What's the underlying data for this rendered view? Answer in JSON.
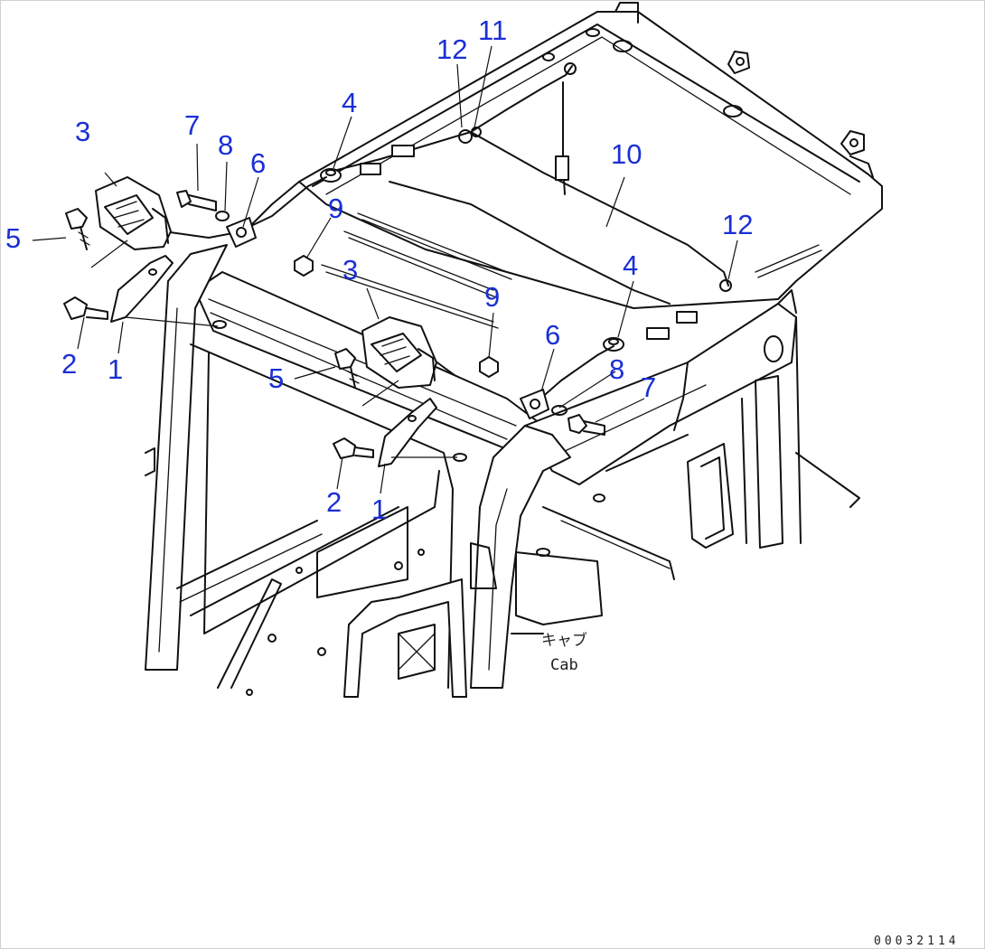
{
  "diagram": {
    "callouts": [
      {
        "id": "c3a",
        "label": "3"
      },
      {
        "id": "c7a",
        "label": "7"
      },
      {
        "id": "c8a",
        "label": "8"
      },
      {
        "id": "c6a",
        "label": "6"
      },
      {
        "id": "c5a",
        "label": "5"
      },
      {
        "id": "c9a",
        "label": "9"
      },
      {
        "id": "c2a",
        "label": "2"
      },
      {
        "id": "c1a",
        "label": "1"
      },
      {
        "id": "c4a",
        "label": "4"
      },
      {
        "id": "c12a",
        "label": "12"
      },
      {
        "id": "c11",
        "label": "11"
      },
      {
        "id": "c10",
        "label": "10"
      },
      {
        "id": "c12b",
        "label": "12"
      },
      {
        "id": "c4b",
        "label": "4"
      },
      {
        "id": "c3b",
        "label": "3"
      },
      {
        "id": "c9b",
        "label": "9"
      },
      {
        "id": "c6b",
        "label": "6"
      },
      {
        "id": "c8b",
        "label": "8"
      },
      {
        "id": "c7b",
        "label": "7"
      },
      {
        "id": "c5b",
        "label": "5"
      },
      {
        "id": "c2b",
        "label": "2"
      },
      {
        "id": "c1b",
        "label": "1"
      }
    ],
    "cab_label_jp": "キャブ",
    "cab_label_en": "Cab",
    "drawing_number": "00032114",
    "colors": {
      "callout": "#1a2fd6",
      "line": "#111111",
      "background": "#ffffff"
    }
  }
}
